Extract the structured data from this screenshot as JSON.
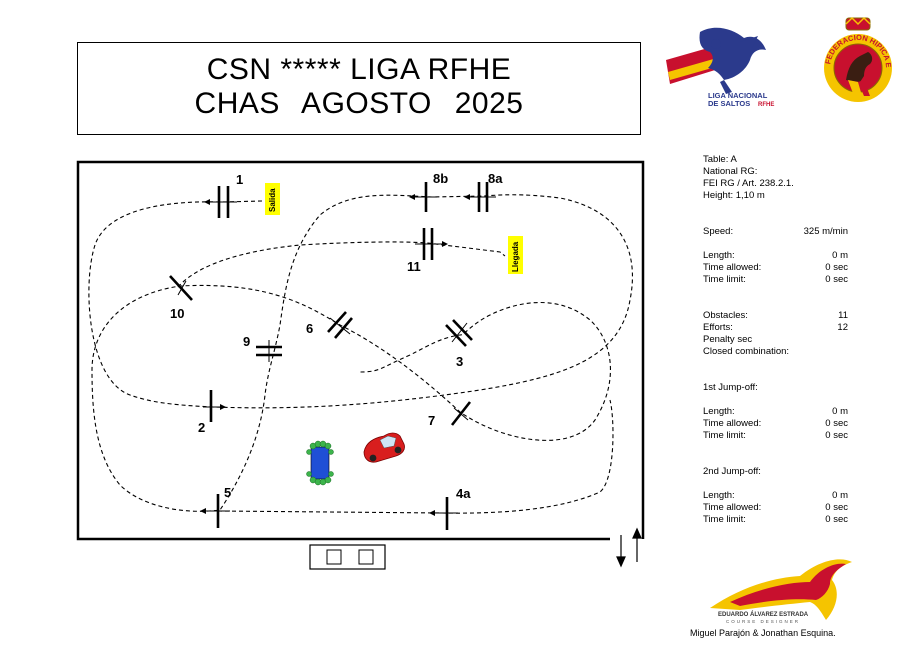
{
  "header": {
    "line1": "CSN ***** LIGA RFHE",
    "line2": "CHAS AGOSTO 2025"
  },
  "logos": {
    "liga_line1": "LIGA NACIONAL",
    "liga_line2": "DE SALTOS",
    "liga_suffix": "RFHE",
    "federation_text": "FEDERACION HIPICA ESPAÑOLA"
  },
  "course": {
    "start_label": "Salida",
    "finish_label": "Llegada",
    "obstacles": [
      "1",
      "2",
      "3",
      "4a",
      "5",
      "6",
      "7",
      "8a",
      "8b",
      "9",
      "10",
      "11"
    ]
  },
  "info": {
    "table": "Table: A",
    "national": "National RG:",
    "fei": "FEI RG / Art. 238.2.1.",
    "height": "Height: 1,10  m",
    "speed_label": "Speed:",
    "speed_value": "325  m/min",
    "length_label": "Length:",
    "length_value": "0   m",
    "time_allowed_label": "Time allowed:",
    "time_allowed_value": "0  sec",
    "time_limit_label": "Time limit:",
    "time_limit_value": "0  sec",
    "obstacles_label": "Obstacles:",
    "obstacles_value": "11",
    "efforts_label": "Efforts:",
    "efforts_value": "12",
    "penalty_label": "Penalty sec",
    "closed_label": "Closed combination:",
    "jo1_title": "1st Jump-off:",
    "jo1_length_value": "0   m",
    "jo1_ta_value": "0  sec",
    "jo1_tl_value": "0  sec",
    "jo2_title": "2nd Jump-off:",
    "jo2_length_value": "0   m",
    "jo2_ta_value": "0  sec",
    "jo2_tl_value": "0  sec"
  },
  "designer": {
    "name_line": "EDUARDO ÁLVAREZ ESTRADA",
    "role_line": "COURSE DESIGNER",
    "assistants": "Miguel Parajón & Jonathan Esquina."
  },
  "colors": {
    "label_yellow": "#ffff00",
    "spain_red": "#c8102e",
    "spain_yellow": "#f5c400",
    "car_red": "#d81e1e",
    "water_blue": "#1f4fd6",
    "water_green": "#3cb44b"
  }
}
